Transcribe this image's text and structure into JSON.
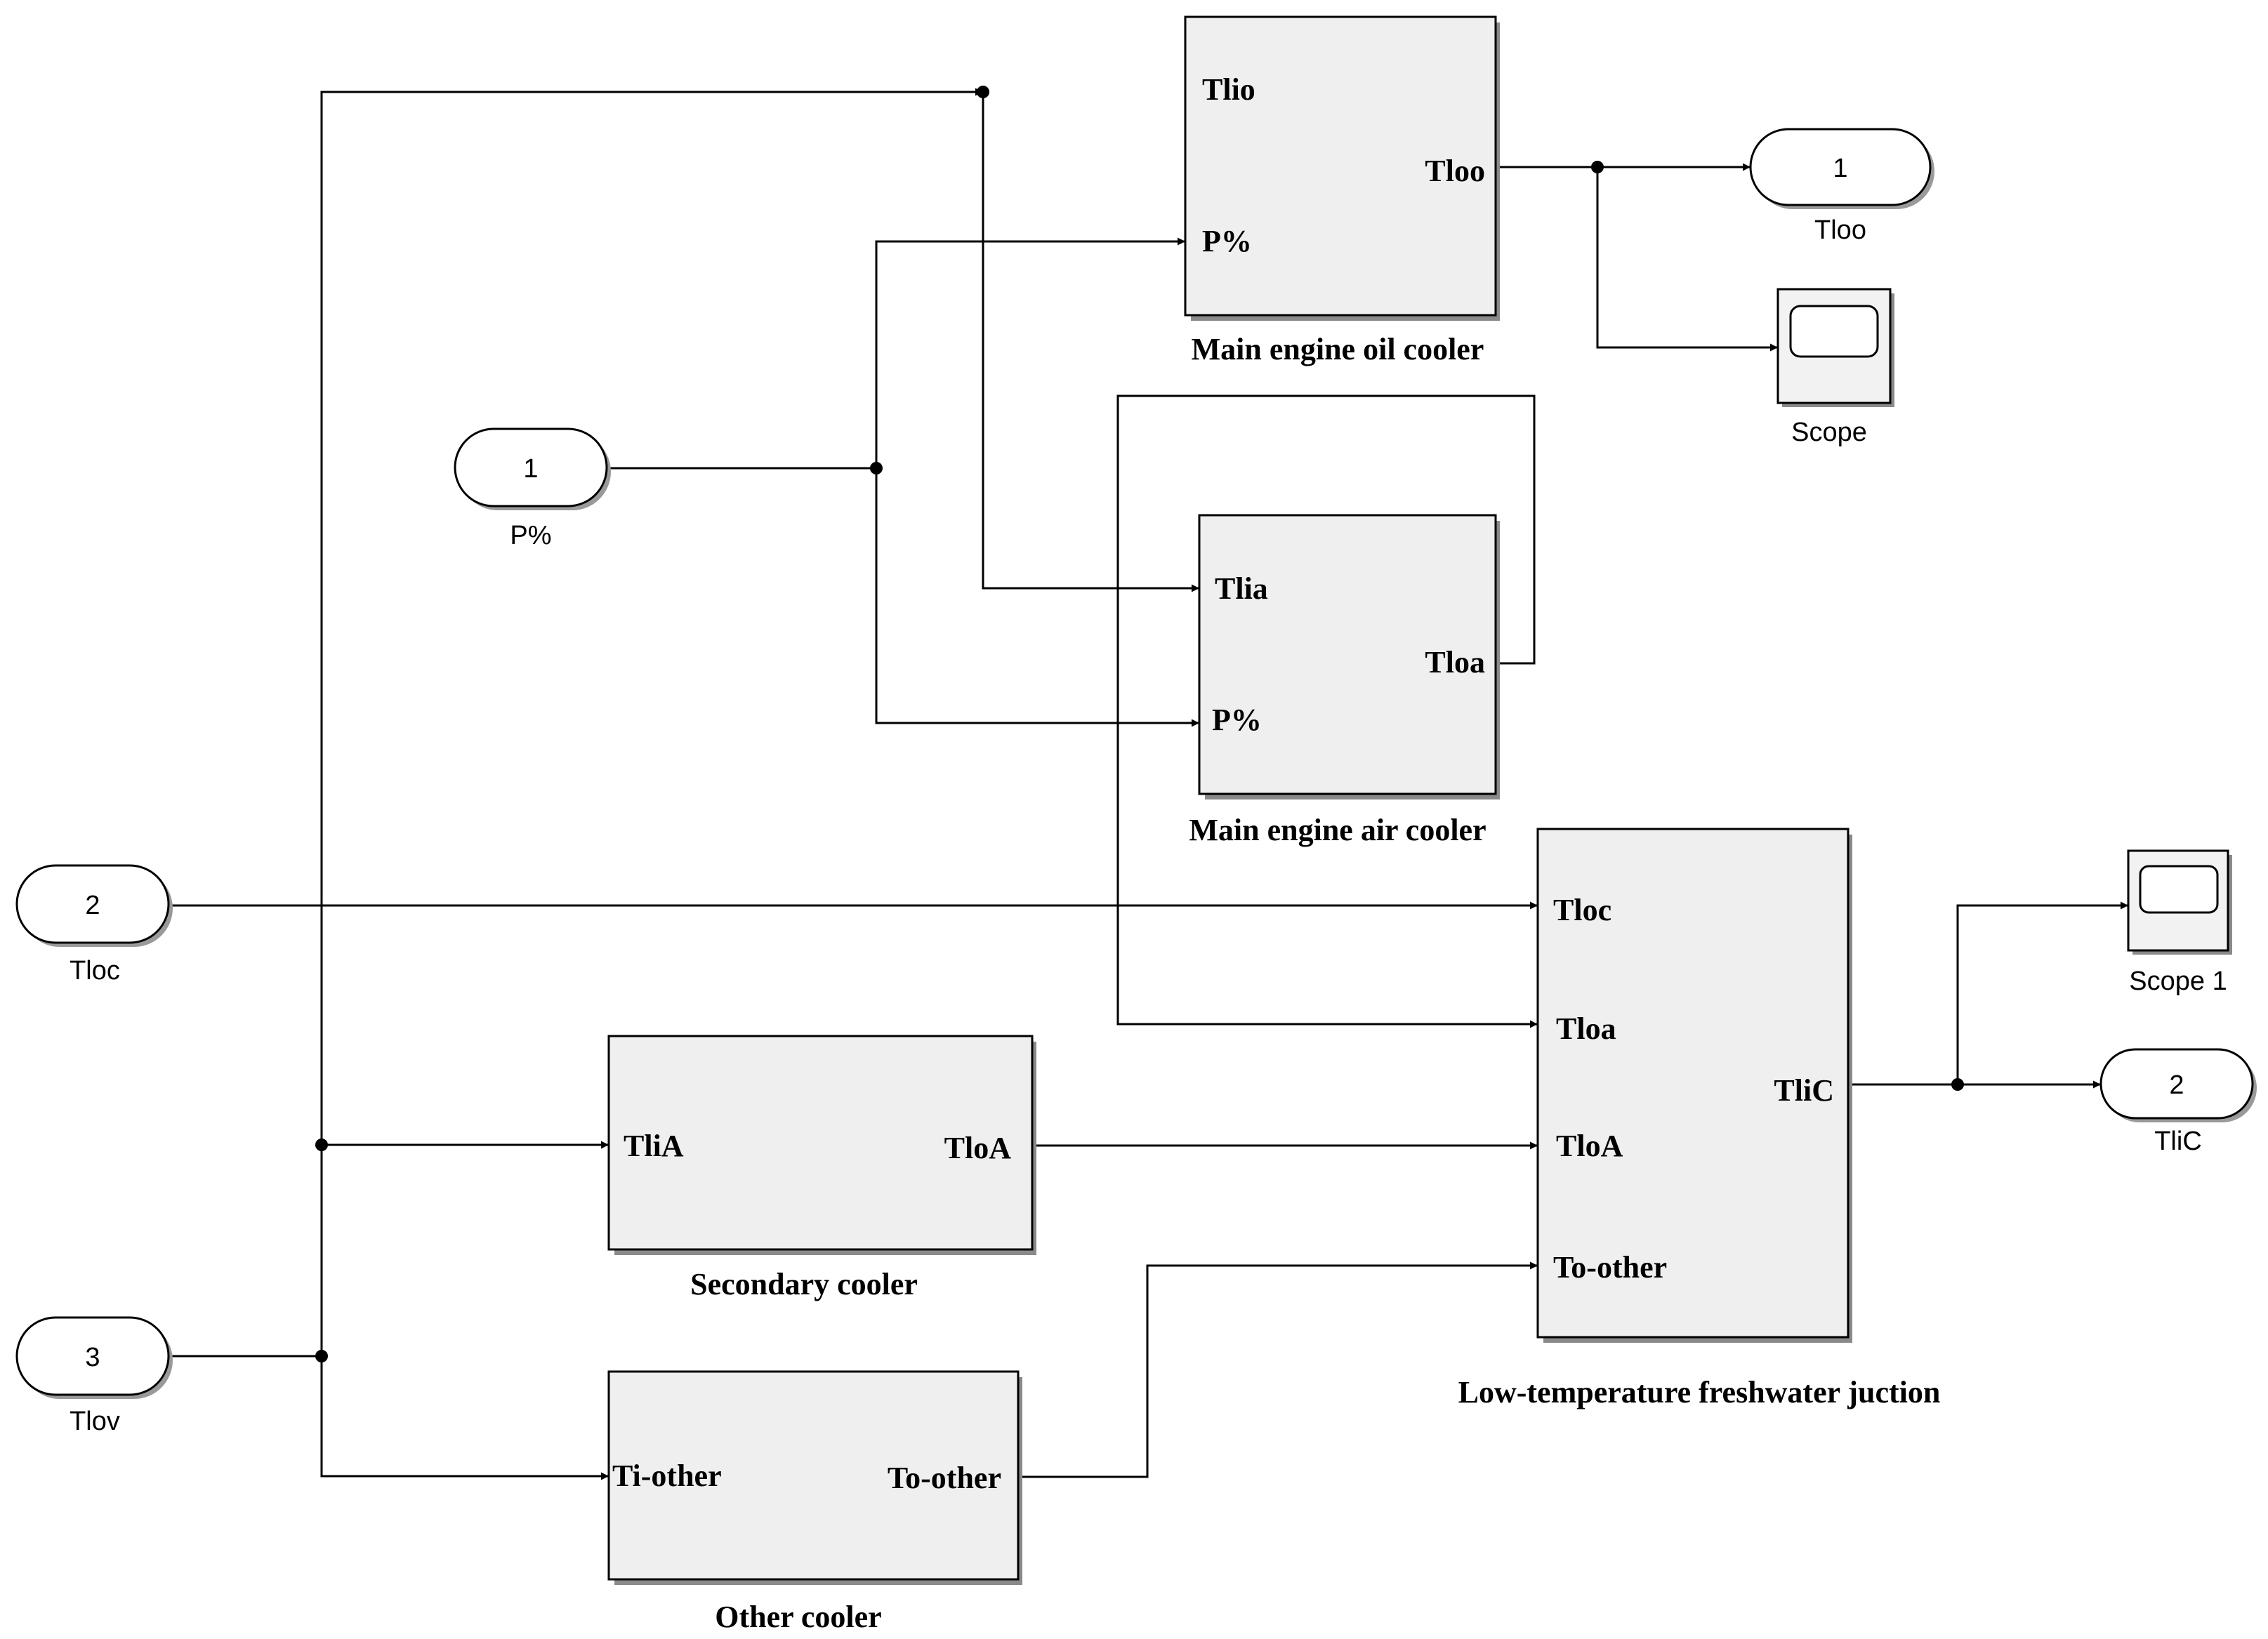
{
  "blocks": {
    "oil_cooler": {
      "title": "Main engine oil cooler",
      "in1": "Tlio",
      "in2": "P%",
      "out": "Tloo"
    },
    "air_cooler": {
      "title": "Main engine air cooler",
      "in1": "Tlia",
      "in2": "P%",
      "out": "Tloa"
    },
    "junction": {
      "title": "Low-temperature freshwater juction",
      "in1": "Tloc",
      "in2": "Tloa",
      "in3": "TloA",
      "in4": "To-other",
      "out": "TliC"
    },
    "secondary_cooler": {
      "title": "Secondary cooler",
      "in1": "TliA",
      "out": "TloA"
    },
    "other_cooler": {
      "title": "Other cooler",
      "in1": "Ti-other",
      "out": "To-other"
    }
  },
  "inports": [
    {
      "num": "1",
      "label": "P%"
    },
    {
      "num": "2",
      "label": "Tloc"
    },
    {
      "num": "3",
      "label": "Tlov"
    }
  ],
  "outports": [
    {
      "num": "1",
      "label": "Tloo"
    },
    {
      "num": "2",
      "label": "TliC"
    }
  ],
  "scopes": [
    {
      "label": "Scope"
    },
    {
      "label": "Scope 1"
    }
  ]
}
